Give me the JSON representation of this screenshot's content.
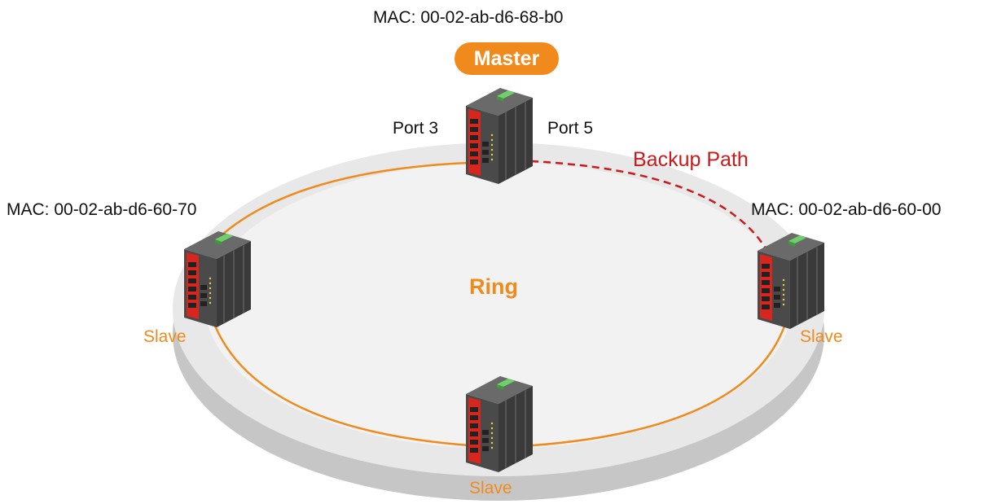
{
  "colors": {
    "ring_line": "#f08a1c",
    "backup_path": "#cc1a1a",
    "platform": "#e8e8e8",
    "platform_shadow": "#c6c6c6",
    "switch_body": "#4a4a4a",
    "switch_panel": "#d7261e"
  },
  "master": {
    "mac": "MAC: 00-02-ab-d6-68-b0",
    "role": "Master",
    "port_left": "Port 3",
    "port_right": "Port 5"
  },
  "backup_path_label": "Backup Path",
  "ring_label": "Ring",
  "nodes": {
    "left": {
      "mac": "MAC: 00-02-ab-d6-60-70",
      "role": "Slave"
    },
    "right": {
      "mac": "MAC: 00-02-ab-d6-60-00",
      "role": "Slave"
    },
    "bottom": {
      "role": "Slave"
    }
  },
  "icons": [
    "industrial-switch-icon"
  ]
}
